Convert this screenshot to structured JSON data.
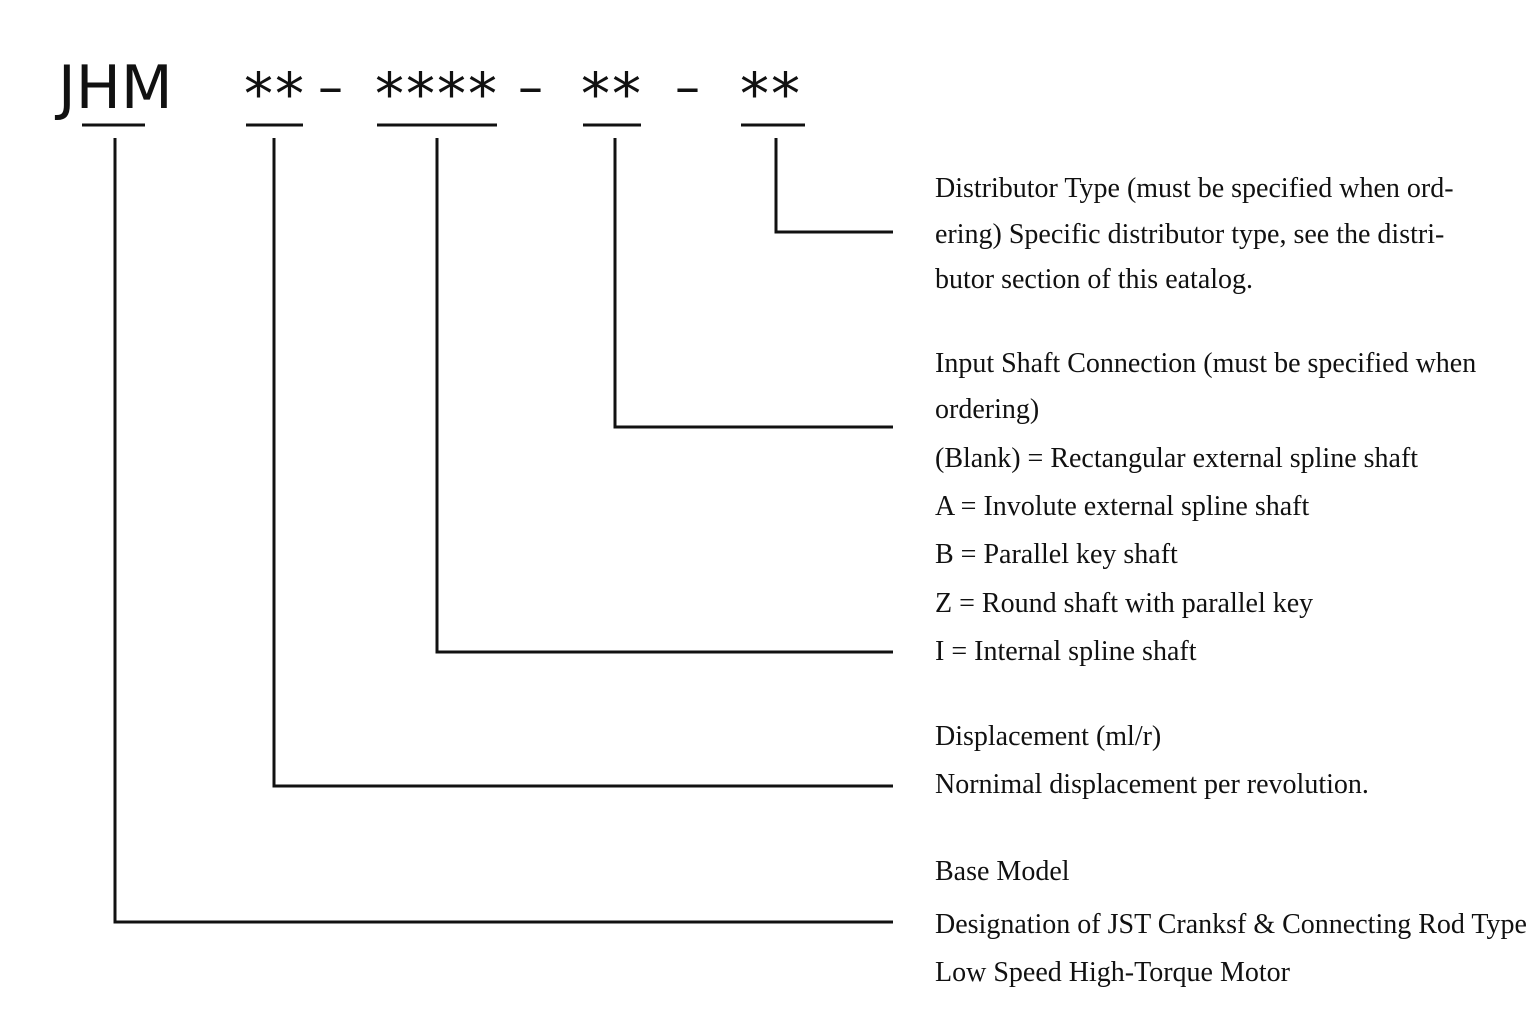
{
  "model_code": {
    "base": "JHM",
    "segment_displacement": "**",
    "segment_shaft": "****",
    "segment_input": "**",
    "segment_distributor": "**",
    "separator": "–"
  },
  "descriptions": {
    "distributor": [
      "Distributor Type (must be specified when ord-",
      "ering)  Specific distributor type, see the distri-",
      "butor section of this eatalog."
    ],
    "input_shaft": [
      "Input Shaft Connection (must be specified when",
      "ordering)",
      "(Blank) = Rectangular external spline shaft",
      "A = Involute external spline shaft",
      "B = Parallel key shaft",
      "Z = Round shaft with parallel key",
      "I = Internal spline shaft"
    ],
    "displacement": [
      "Displacement (ml/r)",
      "Nornimal displacement per revolution."
    ],
    "base_model": [
      "Base Model",
      "Designation of JST Cranksf & Connecting Rod Type",
      "Low Speed High-Torque Motor"
    ]
  }
}
